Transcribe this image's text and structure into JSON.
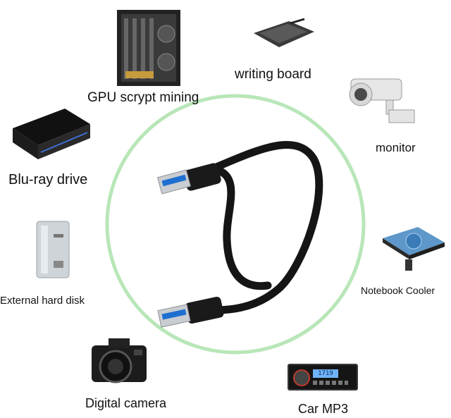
{
  "devices": {
    "gpu_mining": "GPU scrypt mining",
    "writing_board": "writing board",
    "monitor": "monitor",
    "bluray": "Blu-ray drive",
    "external_disk": "External hard disk",
    "notebook_cooler": "Notebook Cooler",
    "digital_camera": "Digital camera",
    "car_mp3": "Car MP3",
    "car_mp3_display": "1719"
  },
  "colors": {
    "ring": "#b8e6b8",
    "cable": "#151515",
    "usb_blue": "#1e6fd0",
    "metal": "#c9ccd0"
  }
}
